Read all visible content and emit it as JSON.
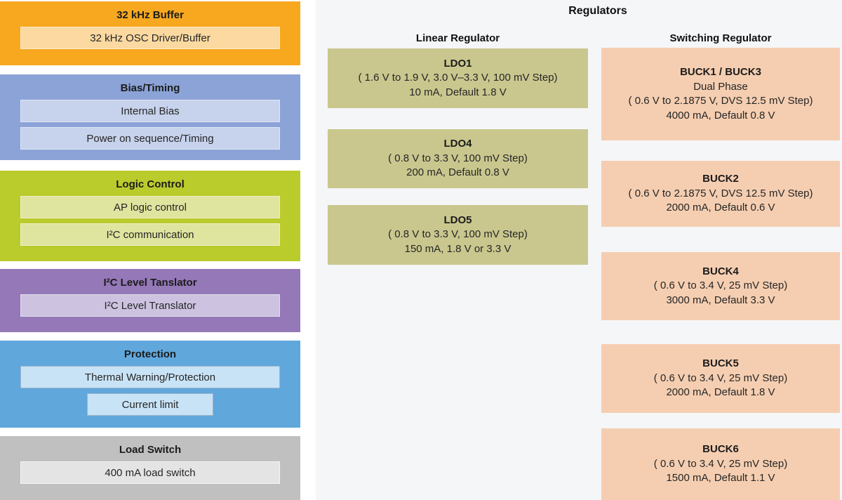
{
  "left_blocks": [
    {
      "title": "32 kHz Buffer",
      "bg": "#F7A81F",
      "inner_bg": "#FBD9A1",
      "items": [
        "32 kHz OSC Driver/Buffer"
      ]
    },
    {
      "title": "Bias/Timing",
      "bg": "#8BA3D7",
      "inner_bg": "#C7D2EC",
      "items": [
        "Internal Bias",
        "Power on sequence/Timing"
      ]
    },
    {
      "title": "Logic Control",
      "bg": "#BACB2C",
      "inner_bg": "#DFE49E",
      "items": [
        "AP logic control",
        "I²C communication"
      ]
    },
    {
      "title": "I²C Level Tanslator",
      "bg": "#9478B7",
      "inner_bg": "#CDC3E1",
      "items": [
        "I²C Level Translator"
      ]
    },
    {
      "title": "Protection",
      "bg": "#60A7DC",
      "inner_bg": "#C9E3F6",
      "items": [
        "Thermal Warning/Protection",
        "Current limit"
      ]
    },
    {
      "title": "Load Switch",
      "bg": "#C0C0C0",
      "inner_bg": "#E4E4E4",
      "items": [
        "400 mA load switch"
      ]
    }
  ],
  "regulators": {
    "title": "Regulators",
    "panel_bg": "#F5F6F8",
    "linear": {
      "header": "Linear Regulator",
      "block_bg": "#C9C78E",
      "blocks": [
        {
          "title": "LDO1",
          "lines": [
            "( 1.6 V to 1.9 V, 3.0 V–3.3 V, 100 mV Step)",
            "10 mA, Default 1.8 V"
          ]
        },
        {
          "title": "LDO4",
          "lines": [
            "( 0.8 V to 3.3 V, 100 mV Step)",
            "200 mA, Default 0.8 V"
          ]
        },
        {
          "title": "LDO5",
          "lines": [
            "( 0.8 V to 3.3 V, 100 mV Step)",
            "150 mA, 1.8 V or 3.3 V"
          ]
        }
      ]
    },
    "switching": {
      "header": "Switching Regulator",
      "block_bg": "#F5CEB1",
      "blocks": [
        {
          "title": "BUCK1 / BUCK3",
          "lines": [
            "Dual Phase",
            "( 0.6 V to 2.1875 V, DVS 12.5 mV Step)",
            "4000 mA, Default 0.8 V"
          ]
        },
        {
          "title": "BUCK2",
          "lines": [
            "( 0.6 V to 2.1875 V, DVS 12.5 mV Step)",
            "2000 mA, Default 0.6 V"
          ]
        },
        {
          "title": "BUCK4",
          "lines": [
            "( 0.6 V to 3.4 V, 25 mV Step)",
            "3000 mA, Default 3.3 V"
          ]
        },
        {
          "title": "BUCK5",
          "lines": [
            "( 0.6 V to 3.4 V, 25 mV Step)",
            "2000 mA, Default 1.8 V"
          ]
        },
        {
          "title": "BUCK6",
          "lines": [
            "( 0.6 V to 3.4 V, 25 mV Step)",
            "1500 mA, Default 1.1 V"
          ]
        }
      ]
    }
  }
}
